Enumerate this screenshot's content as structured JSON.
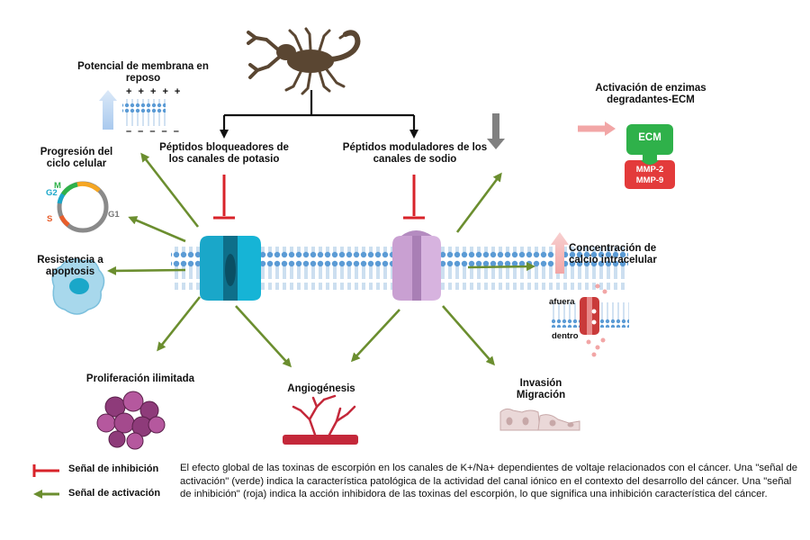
{
  "labels": {
    "membrane_potential": "Potencial de membrana en reposo",
    "cell_cycle": "Progresión del ciclo celular",
    "apoptosis": "Resistencia a apoptosis",
    "proliferation": "Proliferación ilimitada",
    "angiogenesis": "Angiogénesis",
    "invasion": "Invasión Migración",
    "calcium": "Concentración de calcio intracelular",
    "ecm_activation": "Activación de enzimas degradantes-ECM",
    "k_blockers": "Péptidos bloqueadores de los canales de potasio",
    "na_modulators": "Péptidos moduladores de los canales de sodio"
  },
  "small_labels": {
    "outside": "afuera",
    "inside": "dentro",
    "ecm": "ECM",
    "mmp2": "MMP-2",
    "mmp9": "MMP-9",
    "g1": "G1",
    "g2": "G2",
    "m": "M",
    "s": "S",
    "plus_signs": "+ + + + +",
    "minus_signs": "– – – – –"
  },
  "legend": {
    "inhibition": "Señal de inhibición",
    "activation": "Señal de activación"
  },
  "caption": "El efecto global de las toxinas de escorpión en los canales de K+/Na+ dependientes de voltaje relacionados con el cáncer. Una \"señal de activación\" (verde) indica la característica patológica de la actividad del canal iónico en el contexto del desarrollo del cáncer. Una \"señal de inhibición\" (roja) indica la acción inhibidora de las toxinas del escorpión, lo que significa una inhibición característica del cáncer.",
  "colors": {
    "activation_arrow": "#6b8e2f",
    "inhibition_arrow": "#d8232a",
    "membrane": "#5b9bd5",
    "k_channel": "#1aa7c9",
    "na_channel": "#c9a0d2",
    "scorpion": "#5a4632",
    "ecm": "#2fb14a",
    "mmp": "#e33b3b"
  }
}
